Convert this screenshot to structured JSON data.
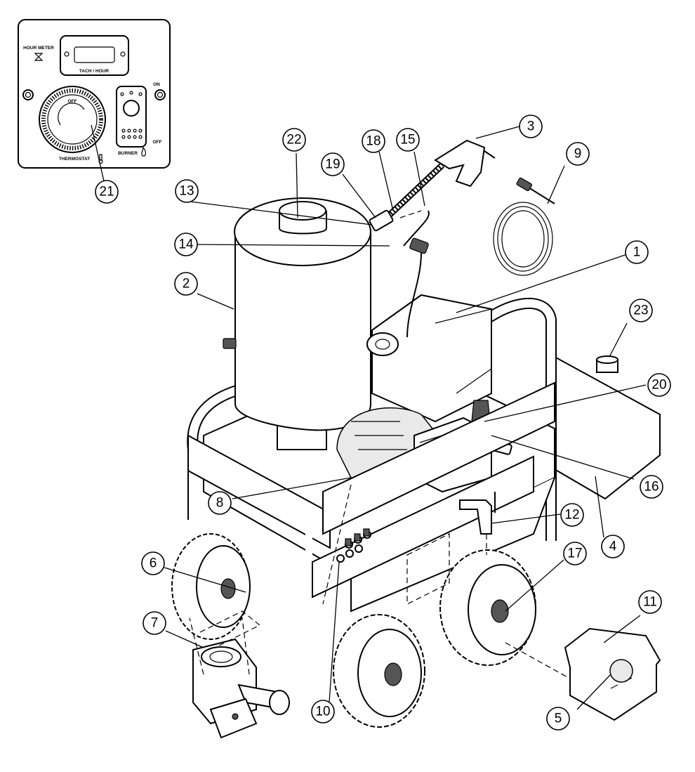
{
  "panel": {
    "hour_meter": "HOUR METER",
    "tach_hour": "TACH / HOUR",
    "on": "ON",
    "off_right": "OFF",
    "dial_off": "OFF",
    "thermostat": "THERMOSTAT",
    "burner": "BURNER"
  },
  "callouts": [
    {
      "id": "c1",
      "label": "1"
    },
    {
      "id": "c2",
      "label": "2"
    },
    {
      "id": "c3",
      "label": "3"
    },
    {
      "id": "c4",
      "label": "4"
    },
    {
      "id": "c5",
      "label": "5"
    },
    {
      "id": "c6",
      "label": "6"
    },
    {
      "id": "c7",
      "label": "7"
    },
    {
      "id": "c8",
      "label": "8"
    },
    {
      "id": "c9",
      "label": "9"
    },
    {
      "id": "c10",
      "label": "10"
    },
    {
      "id": "c11",
      "label": "11"
    },
    {
      "id": "c12",
      "label": "12"
    },
    {
      "id": "c13",
      "label": "13"
    },
    {
      "id": "c14",
      "label": "14"
    },
    {
      "id": "c15",
      "label": "15"
    },
    {
      "id": "c16",
      "label": "16"
    },
    {
      "id": "c17",
      "label": "17"
    },
    {
      "id": "c18",
      "label": "18"
    },
    {
      "id": "c19",
      "label": "19"
    },
    {
      "id": "c20",
      "label": "20"
    },
    {
      "id": "c21",
      "label": "21"
    },
    {
      "id": "c22",
      "label": "22"
    },
    {
      "id": "c23",
      "label": "23"
    }
  ]
}
